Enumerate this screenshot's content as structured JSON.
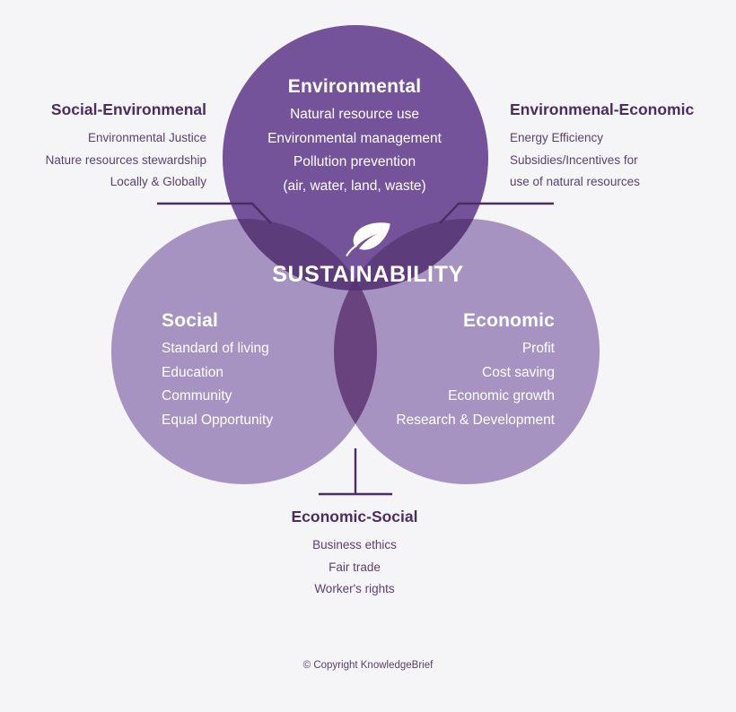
{
  "diagram": {
    "type": "venn-3-circle",
    "background_color": "#f5f4f6",
    "center_label": "SUSTAINABILITY",
    "center_icon": "leaf-icon"
  },
  "colors": {
    "environmental_circle": "#75539a",
    "social_circle": "#a693c2",
    "economic_circle": "#a693c2",
    "pair_overlap": "#68437e",
    "triple_overlap": "#5f3e7e",
    "outer_title_text": "#4a2d63",
    "outer_item_text": "#5b4272",
    "leader_line": "#4a2d63",
    "circle_text": "#ffffff"
  },
  "circles": {
    "environmental": {
      "title": "Environmental",
      "items": [
        "Natural resource use",
        "Environmental management",
        "Pollution prevention",
        "(air, water, land, waste)"
      ]
    },
    "social": {
      "title": "Social",
      "items": [
        "Standard of living",
        "Education",
        "Community",
        "Equal Opportunity"
      ]
    },
    "economic": {
      "title": "Economic",
      "items": [
        "Profit",
        "Cost saving",
        "Economic growth",
        "Research & Development"
      ]
    }
  },
  "intersections": {
    "social_environmental": {
      "title": "Social-Environmenal",
      "items": [
        "Environmental Justice",
        "Nature resources stewardship",
        "Locally & Globally"
      ]
    },
    "environmental_economic": {
      "title": "Environmenal-Economic",
      "items": [
        "Energy Efficiency",
        "Subsidies/Incentives for",
        "use of natural resources"
      ]
    },
    "economic_social": {
      "title": "Economic-Social",
      "items": [
        "Business ethics",
        "Fair trade",
        "Worker's rights"
      ]
    }
  },
  "footer": {
    "copyright": "© Copyright KnowledgeBrief"
  }
}
